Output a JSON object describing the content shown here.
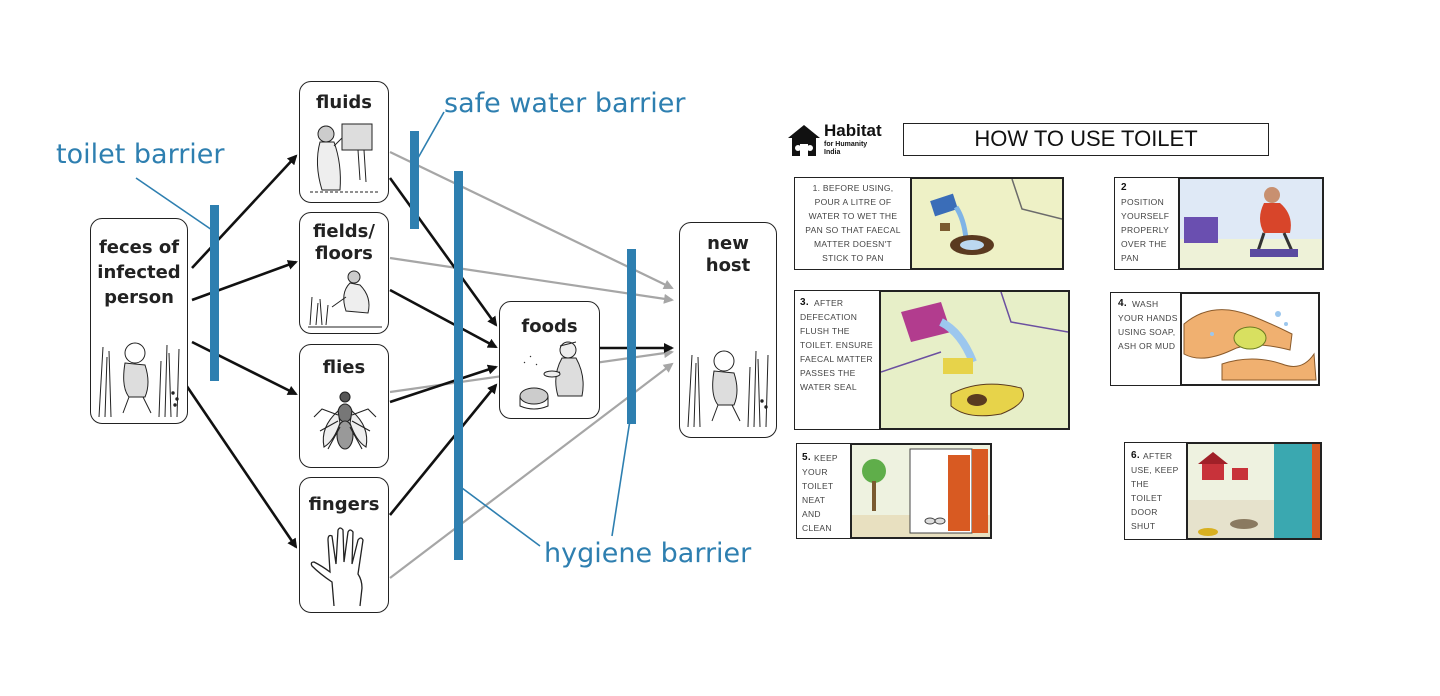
{
  "diagram": {
    "nodes": {
      "source": "feces of infected person",
      "fluids": "fluids",
      "fields": "fields/ floors",
      "flies": "flies",
      "fingers": "fingers",
      "foods": "foods",
      "host": "new host"
    },
    "barriers": {
      "toilet": "toilet barrier",
      "water": "safe water barrier",
      "hygiene": "hygiene barrier"
    },
    "colors": {
      "barrier": "#2e7fb0",
      "arrow": "#111111",
      "blocked_arrow": "#a6a6a6"
    }
  },
  "poster": {
    "logo_name": "Habitat",
    "logo_sub1": "for Humanity",
    "logo_sub2": "India",
    "title": "HOW TO USE TOILET",
    "steps": {
      "s1": "1. BEFORE USING, POUR A LITRE OF WATER TO WET THE PAN SO THAT FAECAL MATTER DOESN'T STICK TO PAN",
      "s2_num": "2",
      "s2": "POSITION YOURSELF PROPERLY OVER THE PAN",
      "s3_num": "3.",
      "s3": "AFTER DEFECATION FLUSH THE TOILET. ENSURE FAECAL MATTER PASSES THE WATER SEAL",
      "s4_num": "4.",
      "s4": "WASH YOUR HANDS USING SOAP, ASH OR MUD",
      "s5_num": "5.",
      "s5": "KEEP YOUR TOILET NEAT AND CLEAN",
      "s6_num": "6.",
      "s6": "AFTER USE, KEEP THE TOILET DOOR SHUT"
    }
  }
}
